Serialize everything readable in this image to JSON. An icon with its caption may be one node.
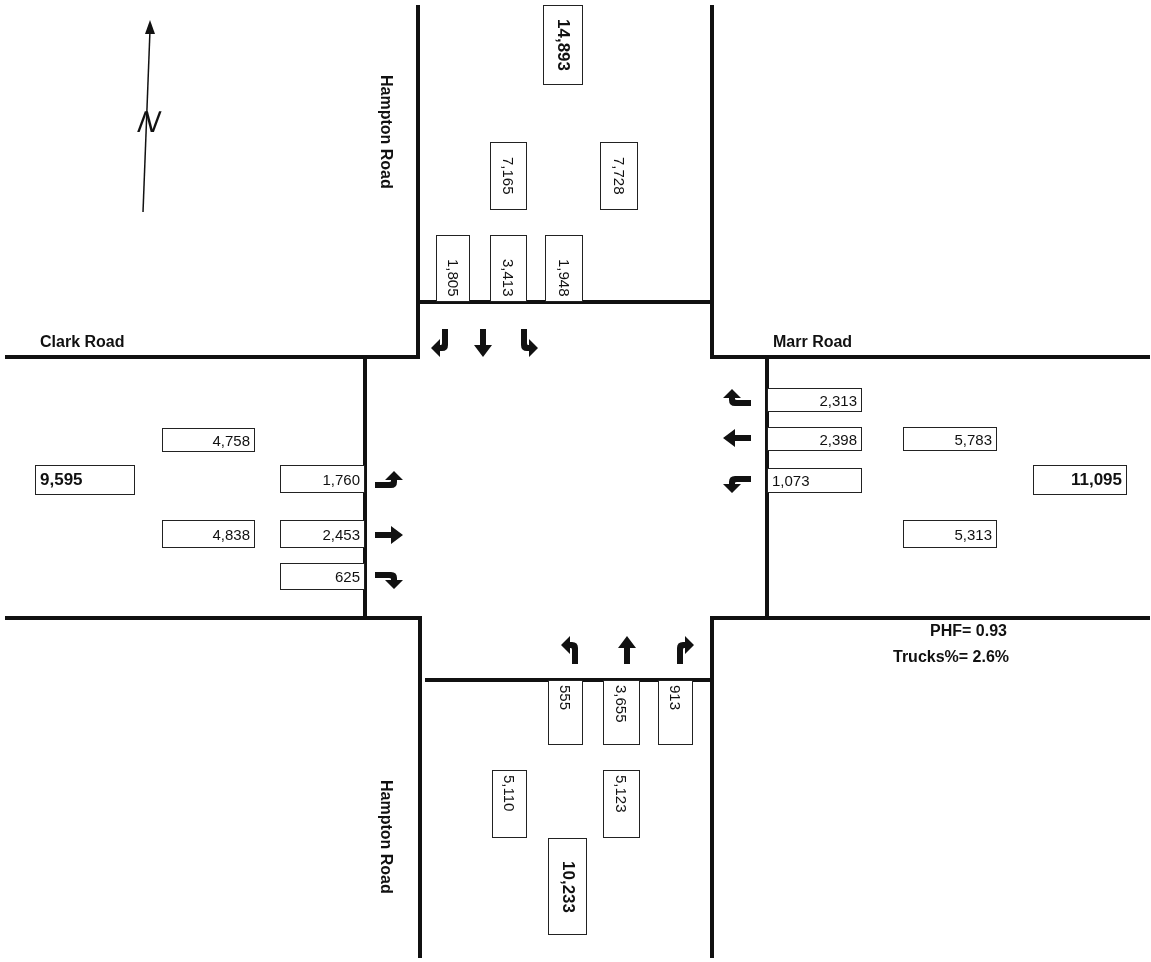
{
  "diagram": {
    "nodes": [
      {
        "text": [
          "14,893"
        ]
      },
      {
        "text": [
          "7,165"
        ]
      },
      {
        "text": [
          "7,728"
        ]
      },
      {
        "text": [
          "1,805"
        ]
      },
      {
        "text": [
          "3,413"
        ]
      },
      {
        "text": [
          "1,948"
        ]
      },
      {
        "text": [
          "2,313"
        ]
      },
      {
        "text": [
          "4,758"
        ]
      },
      {
        "text": [
          "2,398"
        ]
      },
      {
        "text": [
          "5,783"
        ]
      },
      {
        "text": [
          "9,595"
        ]
      },
      {
        "text": [
          "1,760"
        ]
      },
      {
        "text": [
          "1,073"
        ]
      },
      {
        "text": [
          "11,095"
        ]
      },
      {
        "text": [
          "4,838"
        ]
      },
      {
        "text": [
          "2,453"
        ]
      },
      {
        "text": [
          "5,313"
        ]
      },
      {
        "text": [
          "625"
        ]
      },
      {
        "text": [
          "555"
        ]
      },
      {
        "text": [
          "3,655"
        ]
      },
      {
        "text": [
          "913"
        ]
      },
      {
        "text": [
          "5,110"
        ]
      },
      {
        "text": [
          "5,123"
        ]
      },
      {
        "text": [
          "10,233"
        ]
      }
    ],
    "labels": [
      "N",
      "Hampton Road",
      "Clark Road",
      "Marr Road",
      "PHF= 0.93",
      "Trucks%= 2.6%",
      "Hampton Road"
    ]
  }
}
